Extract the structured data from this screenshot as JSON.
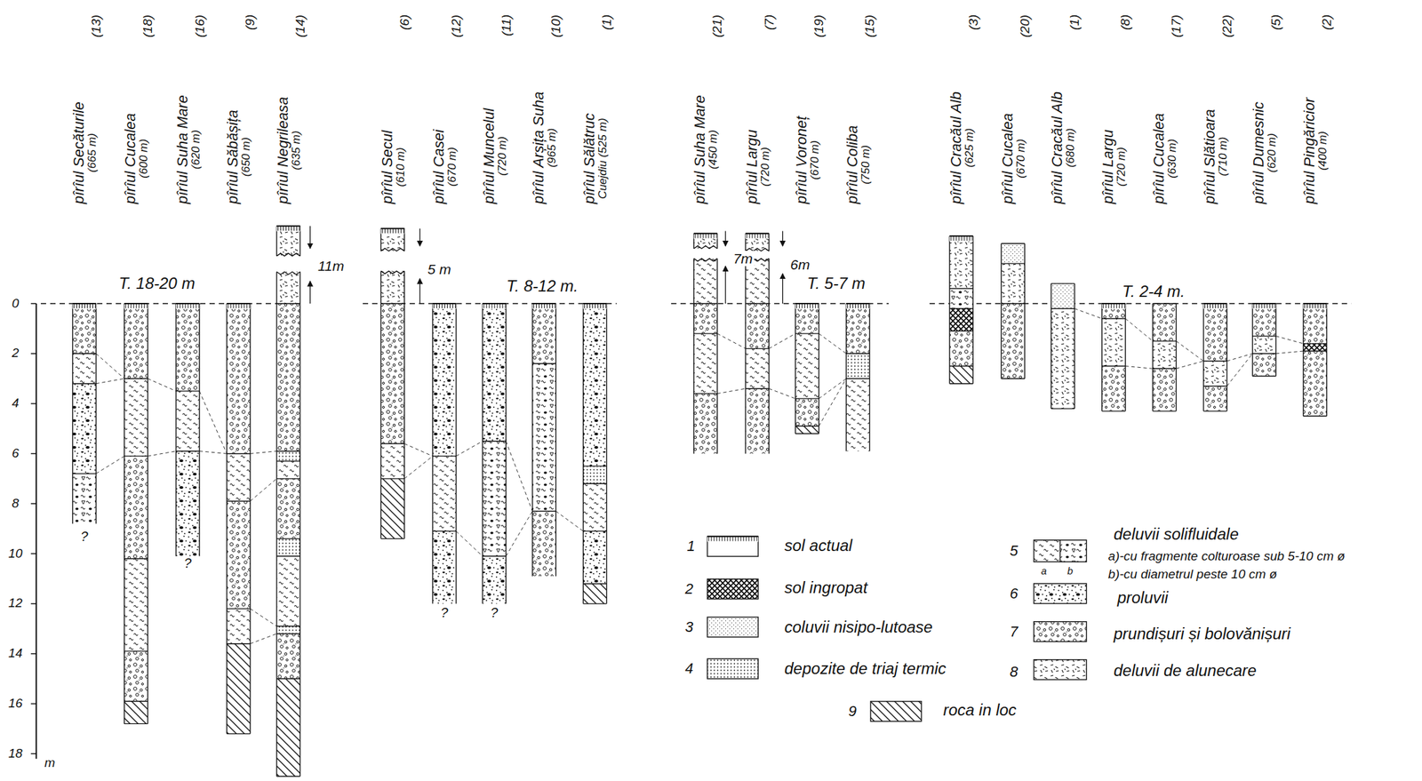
{
  "diagram": {
    "labels": [
      "0",
      "2",
      "4",
      "6",
      "8",
      "10",
      "12",
      "14",
      "16",
      "18",
      "m",
      "T. 18-20 m",
      "T. 8-12 m.",
      "T. 5-7 m",
      "T. 2-4 m.",
      "11m",
      "5 m",
      "7m",
      "6m",
      "?",
      "?",
      "?",
      "?",
      "pîrîul Secăturile",
      "(665 m)",
      "(13)",
      "pîrîul Cucalea",
      "(600 m)",
      "(18)",
      "pîrîul Suha Mare",
      "(620 m)",
      "(16)",
      "pîrîul Săbășița",
      "(650 m)",
      "(9)",
      "pîrîul Negrileasa",
      "(635 m)",
      "(14)",
      "pîrîul Secul",
      "(610 m)",
      "(6)",
      "pîrîul Casei",
      "(670 m)",
      "(12)",
      "pîrîul Muncelul",
      "(720 m)",
      "(11)",
      "pîrîul Arșița Suha",
      "(965 m)",
      "(10)",
      "pîrîul Sălătruc",
      "Cuejdiu (525 m)",
      "(1)",
      "pîrîul Suha Mare",
      "(450 m)",
      "(21)",
      "pîrîul Largu",
      "(720 m)",
      "(7)",
      "pîrîul Voroneț",
      "(670 m)",
      "(19)",
      "pîrîul Coliba",
      "(750 m)",
      "(15)",
      "pîrîul Cracăul Alb",
      "(625 m)",
      "(3)",
      "pîrîul Cucalea",
      "(670 m)",
      "(20)",
      "pîrîul Cracăul Alb",
      "(680 m)",
      "(1)",
      "pîrîul Largu",
      "(720 m)",
      "(8)",
      "pîrîul Cucalea",
      "(630 m)",
      "(17)",
      "pîrîul Slătioara",
      "(710 m)",
      "(22)",
      "pîrîul Dumesnic",
      "(620 m)",
      "(5)",
      "pîrîul Pingăricior",
      "(400 m)",
      "(2)",
      "1",
      "2",
      "3",
      "4",
      "5",
      "6",
      "7",
      "8",
      "9",
      "a",
      "b"
    ],
    "legend": [
      {
        "text": "sol actual"
      },
      {
        "text": "sol ingropat"
      },
      {
        "text": "coluvii nisipo-lutoase"
      },
      {
        "text": "depozite de triaj termic"
      },
      {
        "text": "deluvii solifluidale"
      },
      {
        "text": "a)-cu fragmente colturoase sub 5-10 cm ø"
      },
      {
        "text": "b)-cu diametrul peste 10 cm ø"
      },
      {
        "text": "proluvii"
      },
      {
        "text": "prundișuri și bolovănișuri"
      },
      {
        "text": "deluvii de alunecare"
      },
      {
        "text": "roca in loc"
      }
    ]
  }
}
